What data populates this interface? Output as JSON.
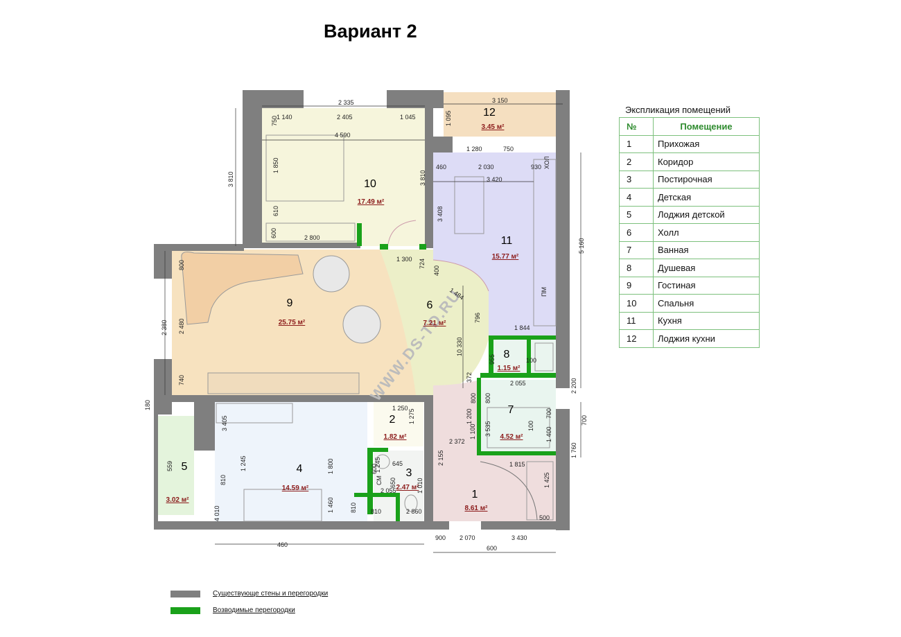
{
  "title": "Вариант 2",
  "watermark": "WWW.DS-TD.RU",
  "table": {
    "title": "Экспликация помещений",
    "headers": [
      "№",
      "Помещение"
    ],
    "rows": [
      {
        "n": "1",
        "name": "Прихожая"
      },
      {
        "n": "2",
        "name": "Коридор"
      },
      {
        "n": "3",
        "name": "Постирочная"
      },
      {
        "n": "4",
        "name": "Детская"
      },
      {
        "n": "5",
        "name": "Лоджия детской"
      },
      {
        "n": "6",
        "name": "Холл"
      },
      {
        "n": "7",
        "name": "Ванная"
      },
      {
        "n": "8",
        "name": "Душевая"
      },
      {
        "n": "9",
        "name": "Гостиная"
      },
      {
        "n": "10",
        "name": "Спальня"
      },
      {
        "n": "11",
        "name": "Кухня"
      },
      {
        "n": "12",
        "name": "Лоджия кухни"
      }
    ]
  },
  "rooms": [
    {
      "n": "1",
      "area": "8.61 м²"
    },
    {
      "n": "2",
      "area": "1.82 м²"
    },
    {
      "n": "3",
      "area": "2.47 м²"
    },
    {
      "n": "4",
      "area": "14.59 м²"
    },
    {
      "n": "5",
      "area": "3.02 м²"
    },
    {
      "n": "6",
      "area": "7.21 м²"
    },
    {
      "n": "7",
      "area": "4.52 м²"
    },
    {
      "n": "8",
      "area": "1.15 м²"
    },
    {
      "n": "9",
      "area": "25.75 м²"
    },
    {
      "n": "10",
      "area": "17.49 м²"
    },
    {
      "n": "11",
      "area": "15.77 м²"
    },
    {
      "n": "12",
      "area": "3.45 м²"
    }
  ],
  "dimensions": [
    "2 335",
    "2 405",
    "1 140",
    "1 045",
    "4 590",
    "3 150",
    "1 280",
    "750",
    "460",
    "2 030",
    "930",
    "3 420",
    "3 810",
    "3 810",
    "1 850",
    "610",
    "600",
    "2 800",
    "750",
    "1 095",
    "3 408",
    "5 160",
    "1 300",
    "724",
    "1 484",
    "400",
    "796",
    "1 844",
    "800",
    "2 380",
    "2 480",
    "740",
    "10 330",
    "955",
    "100",
    "372",
    "2 055",
    "800",
    "800",
    "2 200",
    "700",
    "700",
    "1 400",
    "100",
    "1 760",
    "1 250",
    "1 275",
    "2 372",
    "1 200",
    "1 100",
    "3 535",
    "2 155",
    "1 815",
    "1 425",
    "3 405",
    "1 245",
    "1 800",
    "810",
    "1 460",
    "645",
    "1 245",
    "600",
    "650",
    "2 055",
    "1 010",
    "810",
    "810",
    "2 860",
    "559",
    "180",
    "4 010",
    "460",
    "900",
    "2 070",
    "3 430",
    "600",
    "500"
  ],
  "labels": {
    "sm": "СМ",
    "pm": "ПМ",
    "hol": "ХОЛ"
  },
  "legend": [
    {
      "label": "Существующе стены и перегородки",
      "color": "#7f7f7f"
    },
    {
      "label": "Возводимые перегородки",
      "color": "#1aa11a"
    }
  ],
  "colors": {
    "wall": "#7f7f7f",
    "new_wall": "#1aa11a",
    "living": "#f7e2bf",
    "hall": "#ecefc8",
    "bedroom": "#f6f5dc",
    "kitchen": "#dddcf6",
    "loggia_k": "#f5dfc0",
    "loggia_c": "#e4f4dc",
    "child": "#eef4fb",
    "entry": "#efdddd",
    "bath": "#e9f5ef",
    "shower": "#eaf5ef",
    "corridor": "#fbfaee"
  }
}
